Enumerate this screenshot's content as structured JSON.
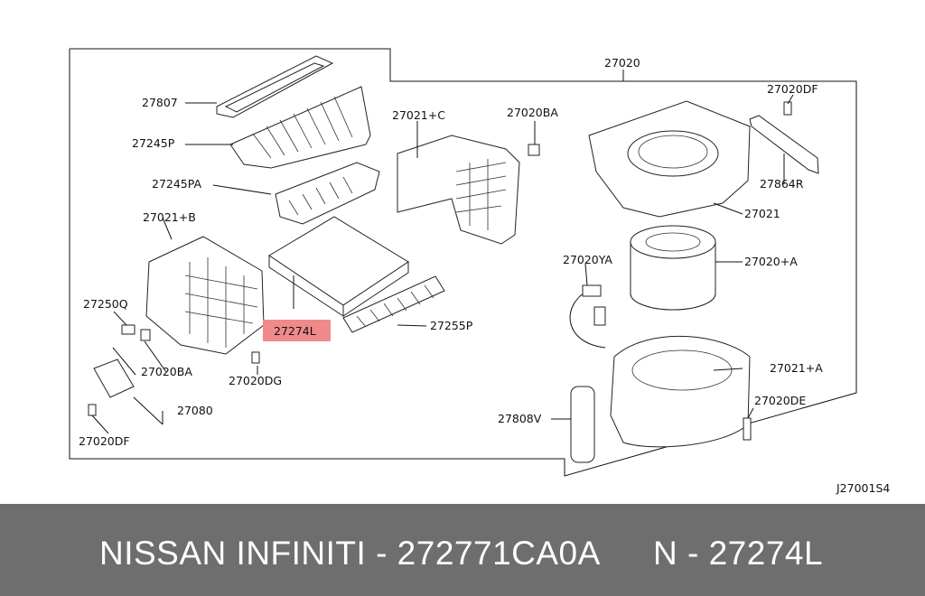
{
  "diagram": {
    "drawing_id": "J27001S4",
    "highlight_color": "#f08a8a",
    "callouts": {
      "c27020": "27020",
      "c27807": "27807",
      "c27245P": "27245P",
      "c27021C": "27021+C",
      "c27020BA_top": "27020BA",
      "c27020DF_top": "27020DF",
      "c27864R": "27864R",
      "c27021": "27021",
      "c27245PA": "27245PA",
      "c27021B": "27021+B",
      "c27020YA": "27020YA",
      "c27020A": "27020+A",
      "c27250Q": "27250Q",
      "c27274L": "27274L",
      "c27255P": "27255P",
      "c27021A": "27021+A",
      "c27020BA_bot": "27020BA",
      "c27020DG": "27020DG",
      "c27020DE": "27020DE",
      "c27080": "27080",
      "c27808V": "27808V",
      "c27020DF_bot": "27020DF"
    }
  },
  "footer": {
    "brand_part": "NISSAN INFINITI - 272771CA0A",
    "oem_code": "N - 27274L"
  }
}
